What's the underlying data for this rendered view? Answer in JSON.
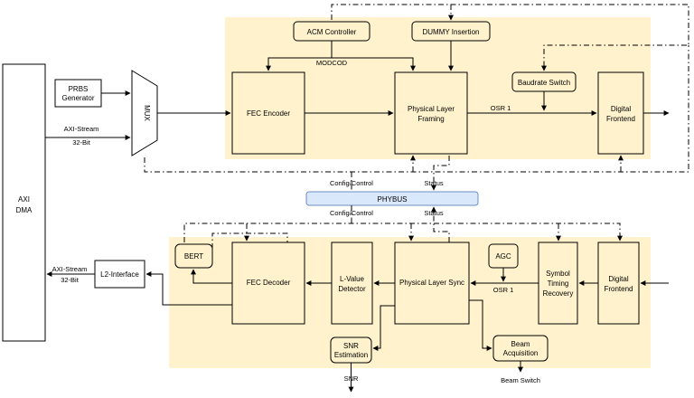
{
  "blocks": {
    "axi_dma": [
      "AXI",
      "DMA"
    ],
    "prbs": [
      "PRBS",
      "Generator"
    ],
    "mux": "MUX",
    "acm_controller": "ACM Controller",
    "dummy_insertion": "DUMMY Insertion",
    "fec_encoder": "FEC Encoder",
    "pl_framing": [
      "Physical Layer",
      "Framing"
    ],
    "baudrate_switch": "Baudrate Switch",
    "digital_frontend_tx": [
      "Digital",
      "Frontend"
    ],
    "phybus": "PHYBUS",
    "l2_interface": "L2-Interface",
    "bert": "BERT",
    "fec_decoder": "FEC Decoder",
    "lvalue_detector": [
      "L-Value",
      "Detector"
    ],
    "pl_sync": "Physical Layer Sync",
    "agc": "AGC",
    "symbol_timing": [
      "Symbol",
      "Timing",
      "Recovery"
    ],
    "digital_frontend_rx": [
      "Digital",
      "Frontend"
    ],
    "snr_estimation": [
      "SNR",
      "Estimation"
    ],
    "beam_acquisition": [
      "Beam",
      "Acquisition"
    ]
  },
  "labels": {
    "axi_stream_tx": [
      "AXI-Stream",
      "32-Bit"
    ],
    "axi_stream_rx": [
      "AXI-Stream",
      "32-Bit"
    ],
    "modcod": "MODCOD",
    "osr_tx": "OSR 1",
    "osr_rx": "OSR 1",
    "config_top": "Config/Control",
    "status_top": "Status",
    "config_bottom": "Config/Control",
    "status_bottom": "Status",
    "snr_out": "SNR",
    "beam_switch_out": "Beam Switch"
  },
  "colors": {
    "block_fill": "#fff2cc",
    "bus_fill": "#dae8fc",
    "bus_stroke": "#6c8ebf"
  }
}
